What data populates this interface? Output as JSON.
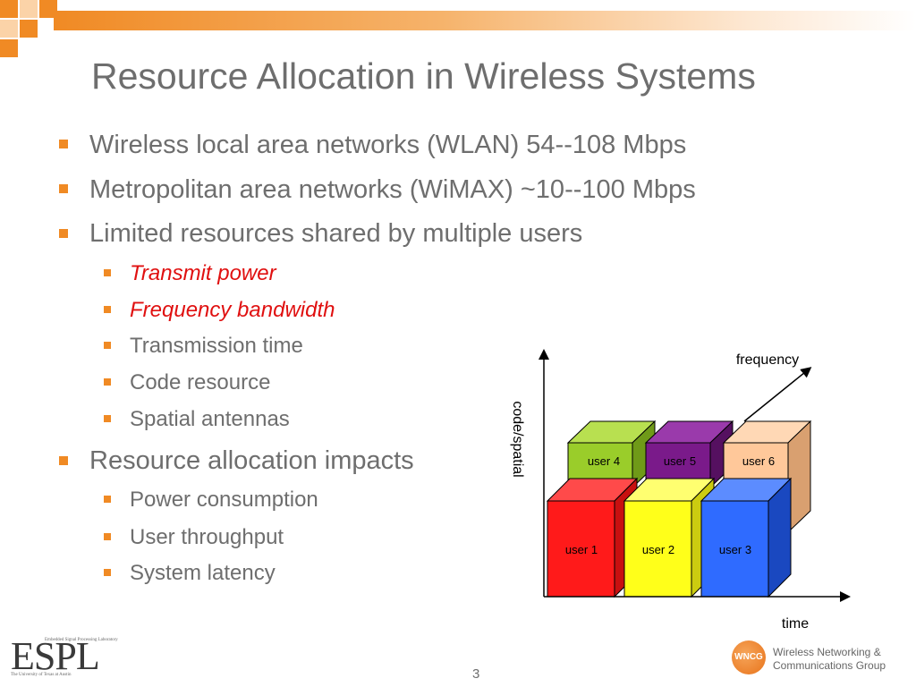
{
  "slide": {
    "title": "Resource Allocation in Wireless Systems",
    "bullets_l1": [
      "Wireless local area networks (WLAN) 54--108 Mbps",
      "Metropolitan area networks (WiMAX) ~10--100 Mbps",
      "Limited resources shared by multiple users",
      "Resource allocation impacts"
    ],
    "resources": [
      "Transmit power",
      "Frequency bandwidth",
      "Transmission time",
      "Code resource",
      "Spatial antennas"
    ],
    "impacts": [
      "Power consumption",
      "User throughput",
      "System latency"
    ],
    "highlight_color": "#e01010",
    "accent_color": "#f08a24",
    "page_number": "3"
  },
  "diagram": {
    "axis_y_label": "code/spatial",
    "axis_x_label": "time",
    "axis_z_label": "frequency",
    "users": [
      {
        "label": "user 1",
        "color": "#ff1a1a"
      },
      {
        "label": "user 2",
        "color": "#ffff1a"
      },
      {
        "label": "user 3",
        "color": "#2f6bff"
      },
      {
        "label": "user 4",
        "color": "#9acd2a"
      },
      {
        "label": "user 5",
        "color": "#7a1a8a"
      },
      {
        "label": "user 6",
        "color": "#ffc89a"
      }
    ]
  },
  "logos": {
    "espl": "ESPL",
    "espl_sup": "Embedded Signal Processing Laboratory",
    "espl_sub": "The University of Texas at Austin",
    "wncg_badge": "WNCG",
    "wncg_line1": "Wireless Networking &",
    "wncg_line2": "Communications Group"
  }
}
